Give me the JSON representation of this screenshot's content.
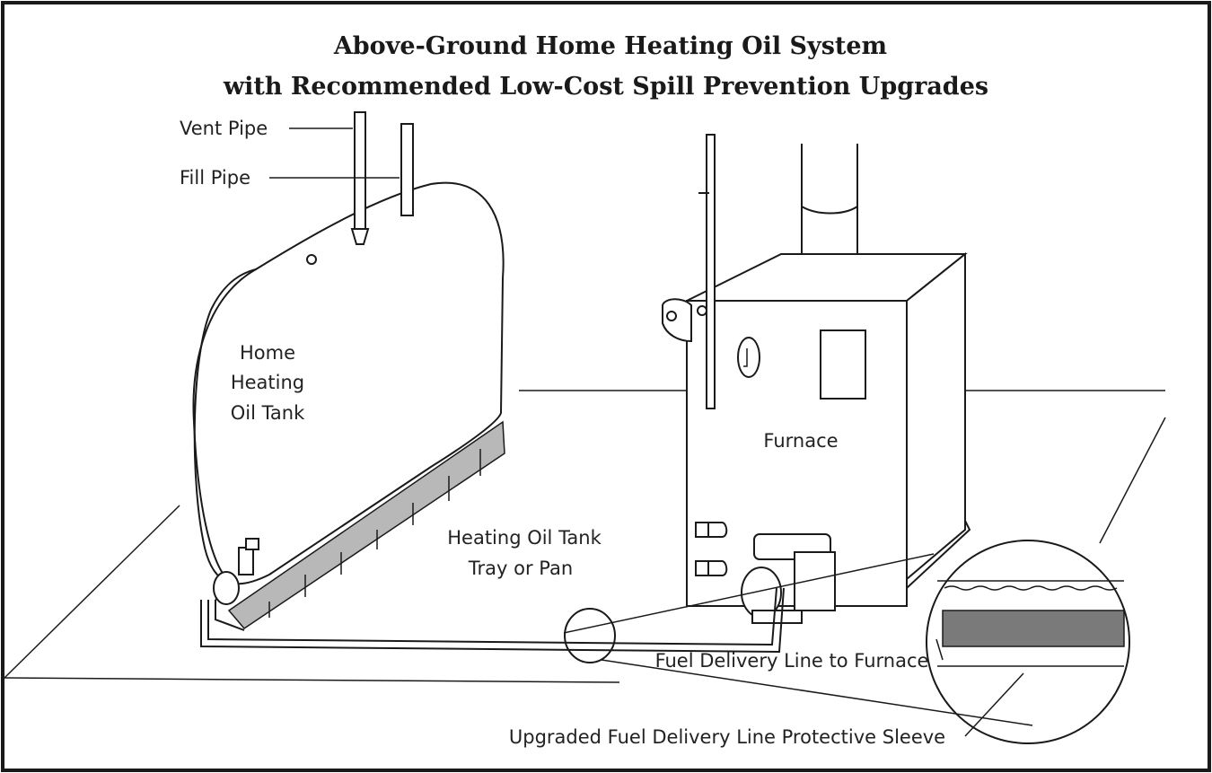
{
  "title": {
    "line1": "Above-Ground Home Heating Oil System",
    "line2": "with Recommended Low-Cost Spill Prevention Upgrades"
  },
  "labels": {
    "vent_pipe": "Vent Pipe",
    "fill_pipe": "Fill Pipe",
    "tank_line1": "Home",
    "tank_line2": "Heating",
    "tank_line3": "Oil Tank",
    "furnace": "Furnace",
    "tray_line1": "Heating Oil Tank",
    "tray_line2": "Tray or Pan",
    "fuel_line": "Fuel Delivery Line to Furnace",
    "sleeve": "Upgraded Fuel Delivery Line Protective Sleeve"
  },
  "colors": {
    "line": "#1a1a1a",
    "shade": "#b8b8b8",
    "sleeve_band": "#7a7a7a",
    "background": "#ffffff"
  }
}
